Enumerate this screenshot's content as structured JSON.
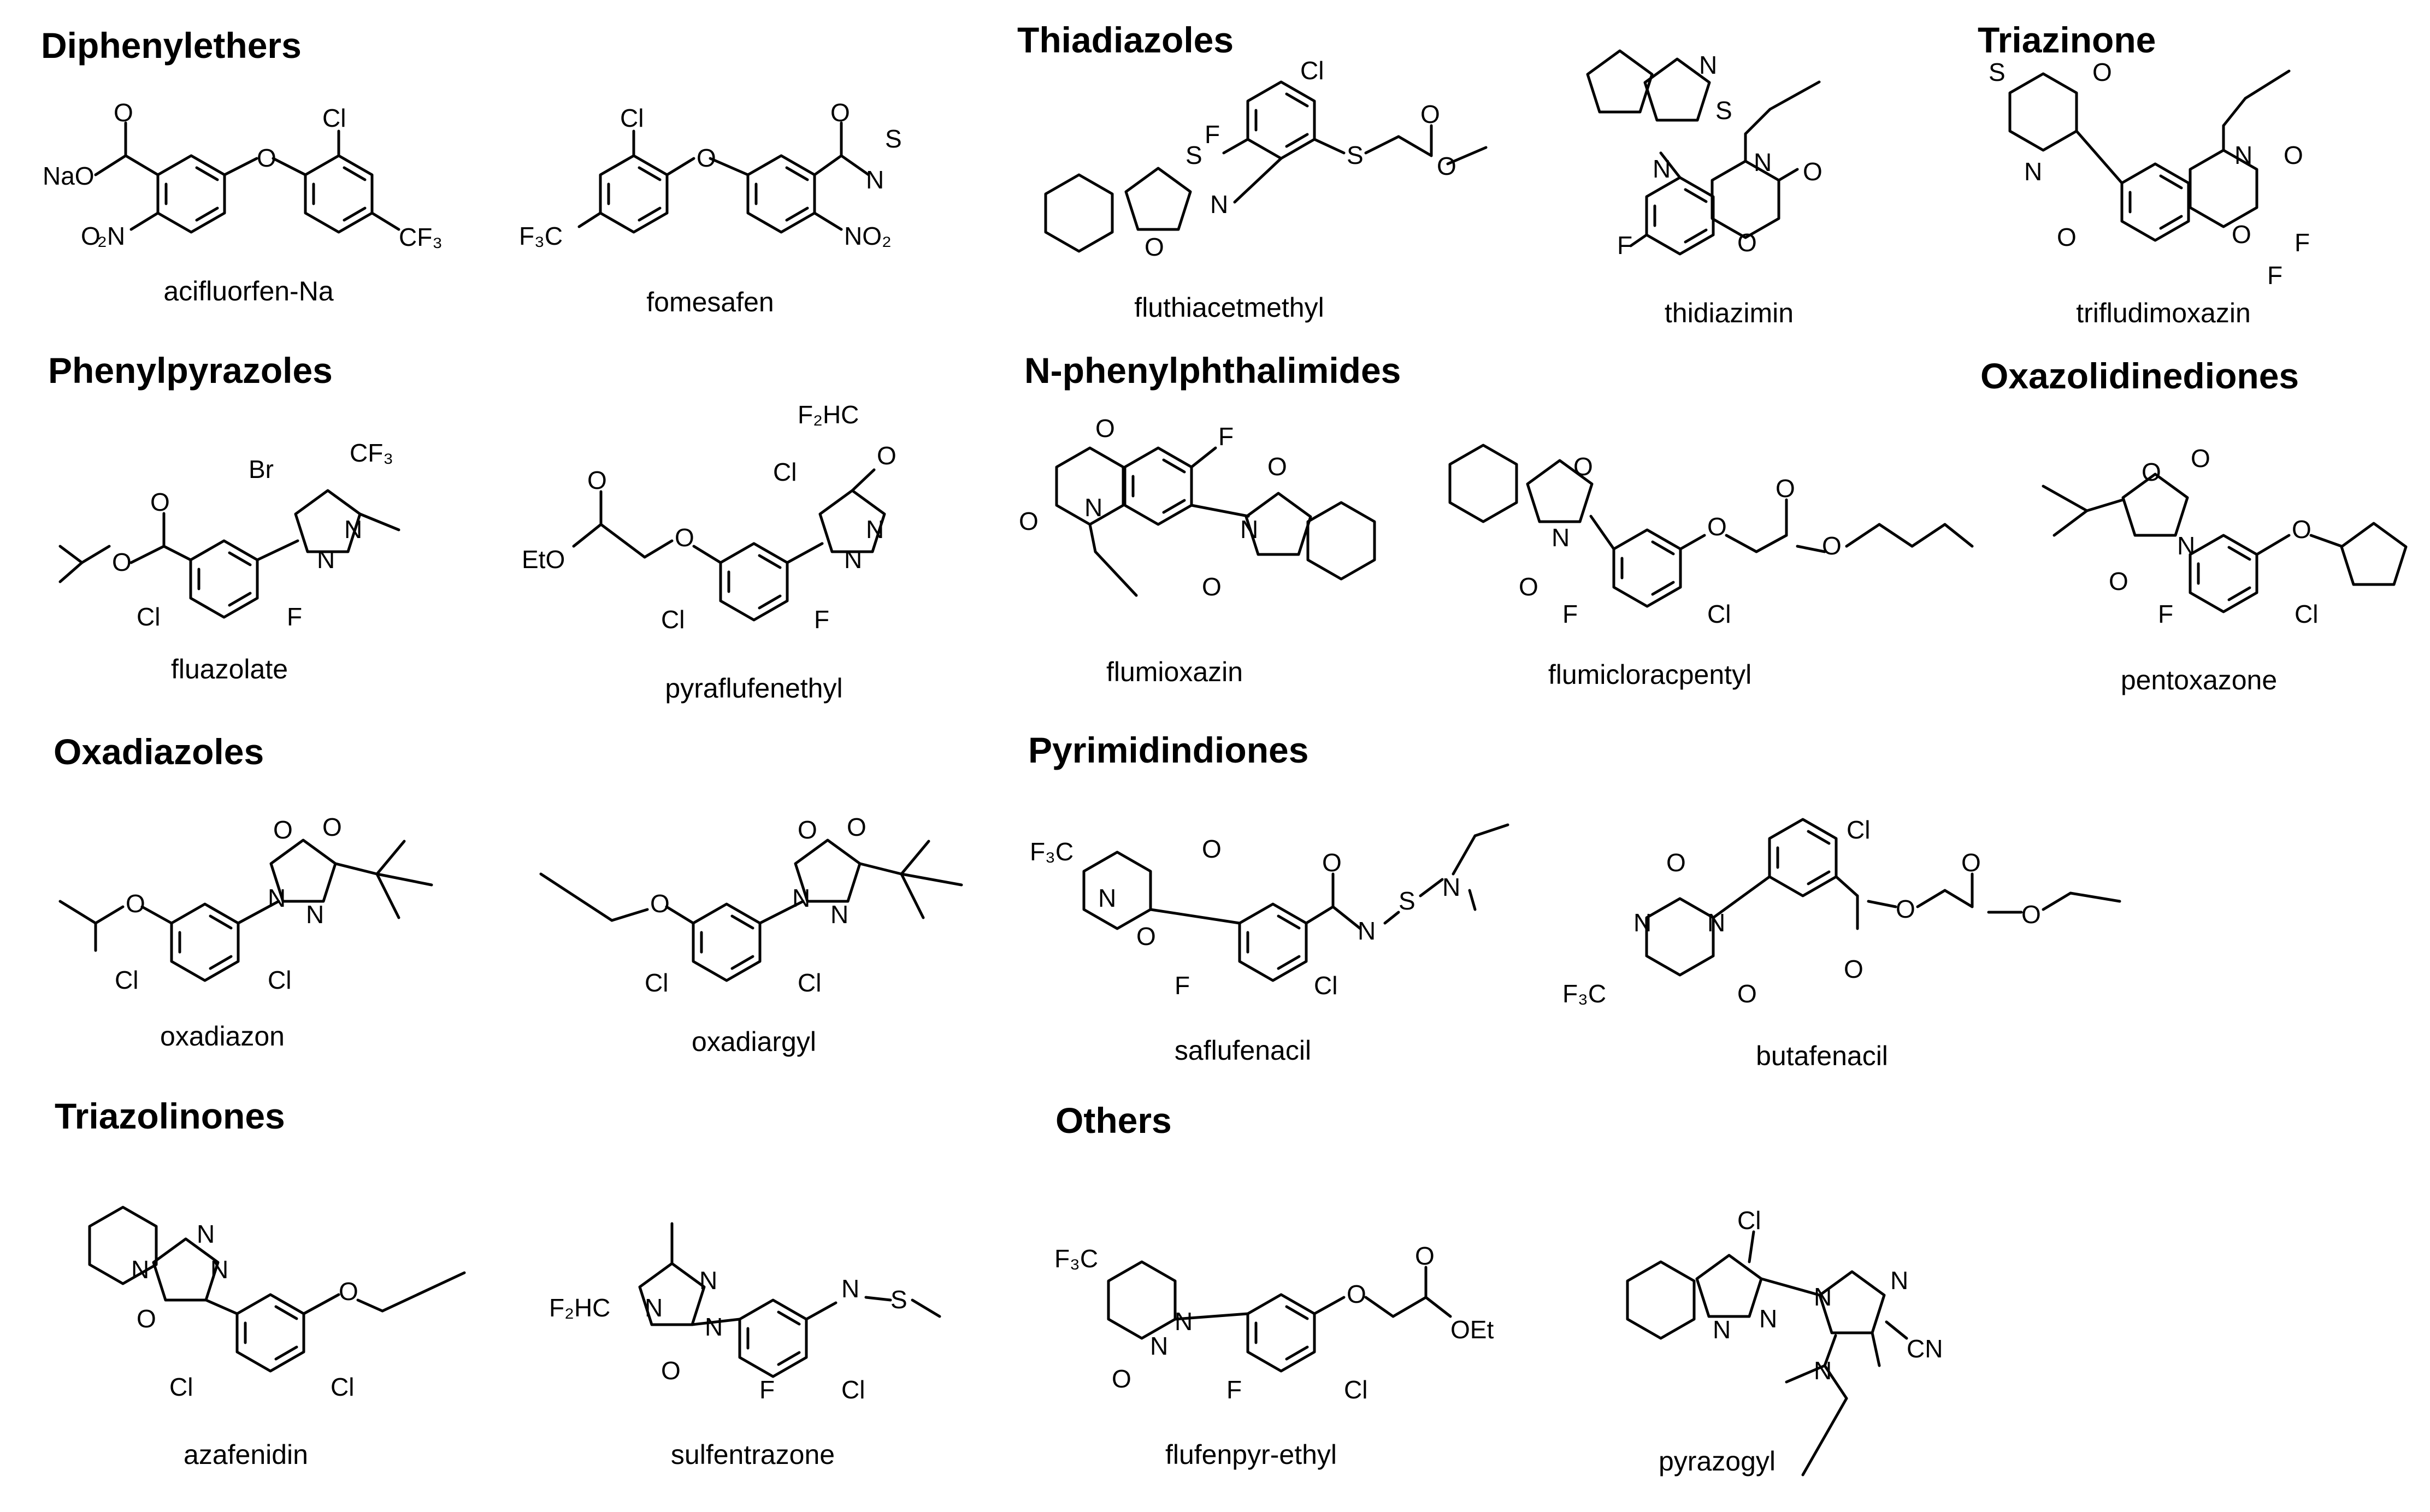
{
  "colors": {
    "background": "#ffffff",
    "ink": "#000000"
  },
  "groups": [
    {
      "id": "diphenylethers",
      "heading": "Diphenylethers",
      "compounds": [
        "acifluorfen-Na",
        "fomesafen"
      ]
    },
    {
      "id": "thiadiazoles",
      "heading": "Thiadiazoles",
      "compounds": [
        "fluthiacetmethyl",
        "thidiazimin"
      ]
    },
    {
      "id": "triazinone",
      "heading": "Triazinone",
      "compounds": [
        "trifludimoxazin"
      ]
    },
    {
      "id": "phenylpyrazoles",
      "heading": "Phenylpyrazoles",
      "compounds": [
        "fluazolate",
        "pyraflufenethyl"
      ]
    },
    {
      "id": "n-phenylphthalimides",
      "heading": "N-phenylphthalimides",
      "compounds": [
        "flumioxazin",
        "flumicloracpentyl"
      ]
    },
    {
      "id": "oxazolidinediones",
      "heading": "Oxazolidinediones",
      "compounds": [
        "pentoxazone"
      ]
    },
    {
      "id": "oxadiazoles",
      "heading": "Oxadiazoles",
      "compounds": [
        "oxadiazon",
        "oxadiargyl"
      ]
    },
    {
      "id": "pyrimidindiones",
      "heading": "Pyrimidindiones",
      "compounds": [
        "saflufenacil",
        "butafenacil"
      ]
    },
    {
      "id": "triazolinones",
      "heading": "Triazolinones",
      "compounds": [
        "azafenidin",
        "sulfentrazone"
      ]
    },
    {
      "id": "others",
      "heading": "Others",
      "compounds": [
        "flufenpyr-ethyl",
        "pyrazogyl"
      ]
    }
  ]
}
